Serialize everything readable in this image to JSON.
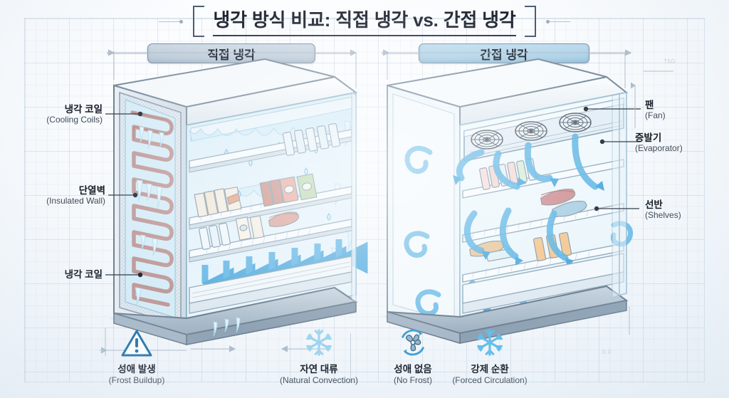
{
  "title": "냉각 방식 비교: 직접 냉각 vs. 간접 냉각",
  "sections": {
    "left": {
      "label": "직접 냉각",
      "color": "#bfccd9"
    },
    "right": {
      "label": "간접 냉각",
      "color": "#aed4e8"
    }
  },
  "callouts": {
    "left": [
      {
        "ko": "냉각 코일",
        "en": "(Cooling Coils)"
      },
      {
        "ko": "단열벽",
        "en": "(Insulated Wall)"
      },
      {
        "ko": "냉각 코일",
        "en": ""
      }
    ],
    "right": [
      {
        "ko": "팬",
        "en": "(Fan)"
      },
      {
        "ko": "증발기",
        "en": "(Evaporator)"
      },
      {
        "ko": "선반",
        "en": "(Shelves)"
      }
    ]
  },
  "features": [
    {
      "icon": "warning-triangle-icon",
      "ko": "성애 발생",
      "en": "(Frost Buildup)"
    },
    {
      "icon": "snowflake-icon",
      "ko": "자연 대류",
      "en": "(Natural Convection)"
    },
    {
      "icon": "fan-circulation-icon",
      "ko": "성애 없음",
      "en": "(No Frost)"
    },
    {
      "icon": "snowflake-icon",
      "ko": "강제 순환",
      "en": "(Forced Circulation)"
    }
  ],
  "dimension_notes": {
    "top_right": "T5G",
    "bottom_right": "0.0"
  },
  "palette": {
    "ink": "#1d2430",
    "airflow_blue": "#5bb4e5",
    "frost_blue": "#cbe7f6",
    "coil_copper": "#c4a0a0",
    "cabinet_gray": "#dde6ee"
  }
}
